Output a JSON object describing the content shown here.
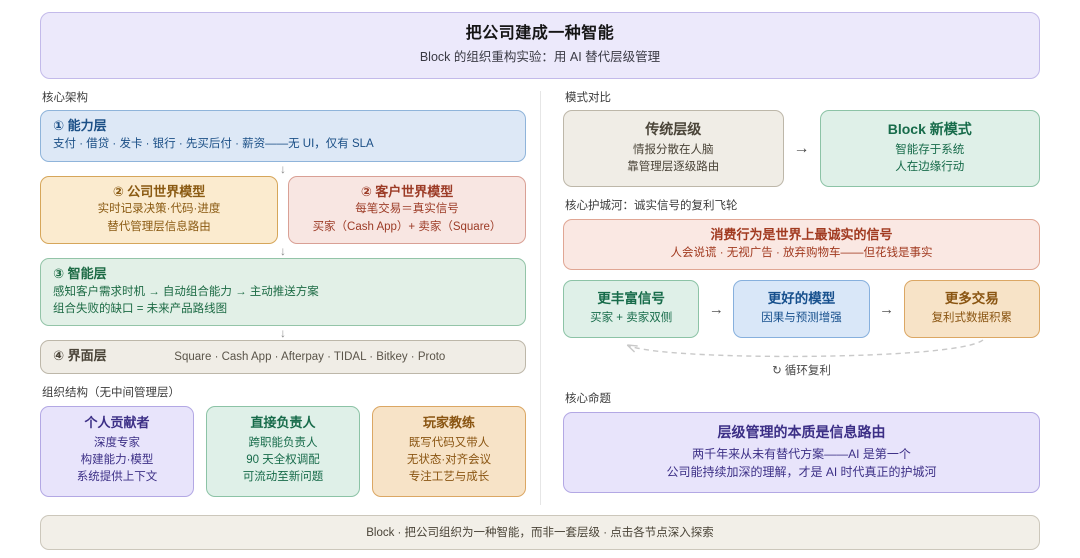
{
  "hero": {
    "title": "把公司建成一种智能",
    "subtitle": "Block 的组织重构实验：用 AI 替代层级管理"
  },
  "left": {
    "architecture_label": "核心架构",
    "layers": [
      {
        "title": "① 能力层",
        "lines": [
          "支付 · 借贷 · 发卡 · 银行 · 先买后付 · 薪资——无 UI，仅有 SLA"
        ]
      },
      {
        "title": "② 公司世界模型",
        "lines": [
          "实时记录决策·代码·进度",
          "替代管理层信息路由"
        ]
      },
      {
        "title": "② 客户世界模型",
        "lines": [
          "每笔交易＝真实信号",
          "买家（Cash App）+ 卖家（Square）"
        ]
      },
      {
        "title": "③ 智能层",
        "lines": [
          "感知客户需求时机 → 自动组合能力 → 主动推送方案",
          "组合失败的缺口 = 未来产品路线图"
        ]
      },
      {
        "title": "④ 界面层",
        "inline": "Square · Cash App · Afterpay · TIDAL · Bitkey · Proto"
      }
    ],
    "org_label": "组织结构（无中间管理层）",
    "roles": [
      {
        "title": "个人贡献者",
        "lines": [
          "深度专家",
          "构建能力·模型",
          "系统提供上下文"
        ]
      },
      {
        "title": "直接负责人",
        "lines": [
          "跨职能负责人",
          "90 天全权调配",
          "可流动至新问题"
        ]
      },
      {
        "title": "玩家教练",
        "lines": [
          "既写代码又带人",
          "无状态·对齐会议",
          "专注工艺与成长"
        ]
      }
    ]
  },
  "right": {
    "compare_label": "模式对比",
    "compare": {
      "arrow": "→",
      "before": {
        "title": "传统层级",
        "lines": [
          "情报分散在人脑",
          "靠管理层逐级路由"
        ]
      },
      "after": {
        "title": "Block 新模式",
        "lines": [
          "智能存于系统",
          "人在边缘行动"
        ]
      }
    },
    "moat_label": "核心护城河：诚实信号的复利飞轮",
    "moat_banner": {
      "title": "消费行为是世界上最诚实的信号",
      "lines": [
        "人会说谎 · 无视广告 · 放弃购物车——但花钱是事实"
      ]
    },
    "flywheel": {
      "arrow": "→",
      "loop_label": "↻ 循环复利",
      "nodes": [
        {
          "title": "更丰富信号",
          "lines": [
            "买家 + 卖家双侧"
          ]
        },
        {
          "title": "更好的模型",
          "lines": [
            "因果与预测增强"
          ]
        },
        {
          "title": "更多交易",
          "lines": [
            "复利式数据积累"
          ]
        }
      ]
    },
    "thesis_label": "核心命题",
    "thesis": {
      "title": "层级管理的本质是信息路由",
      "lines": [
        "两千年来从未有替代方案——AI 是第一个",
        "公司能持续加深的理解，才是 AI 时代真正的护城河"
      ]
    }
  },
  "footer": {
    "text": "Block · 把公司组织为一种智能，而非一套层级 · 点击各节点深入探索"
  },
  "arrows": {
    "down": "↓"
  }
}
